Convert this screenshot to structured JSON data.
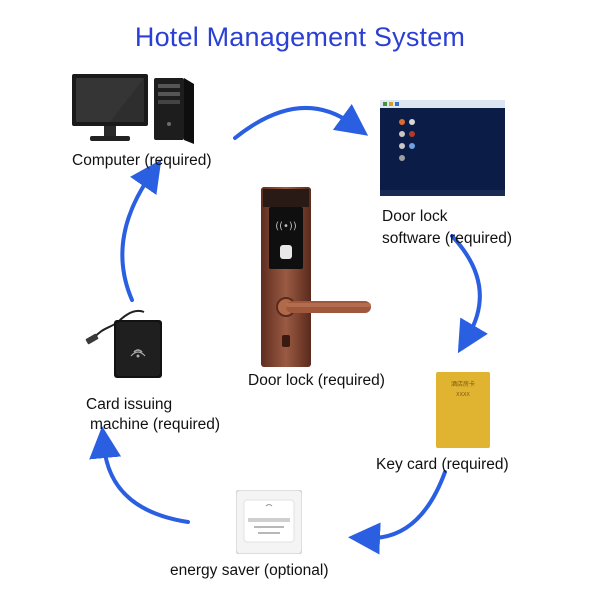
{
  "title": "Hotel Management System",
  "nodes": {
    "computer": {
      "label": "Computer (required)",
      "icon": "desktop-computer-icon"
    },
    "software": {
      "label_line1": "Door lock",
      "label_line2": "software (required)",
      "icon": "software-screen-icon"
    },
    "key_card": {
      "label": "Key card (required)",
      "icon": "key-card-icon",
      "card_text_1": "酒店房卡",
      "card_text_2": "XXXX"
    },
    "energy_saver": {
      "label": "energy saver (optional)",
      "icon": "energy-saver-switch-icon"
    },
    "card_issuer": {
      "label_line1": "Card issuing",
      "label_line2": "machine (required)",
      "icon": "card-encoder-icon"
    },
    "door_lock": {
      "label": "Door lock (required)",
      "icon": "door-lock-icon"
    }
  },
  "colors": {
    "title": "#2b3fd4",
    "arrow": "#1f57e0",
    "lock_bronze": "#8a4a34",
    "card_gold": "#d8a824"
  }
}
